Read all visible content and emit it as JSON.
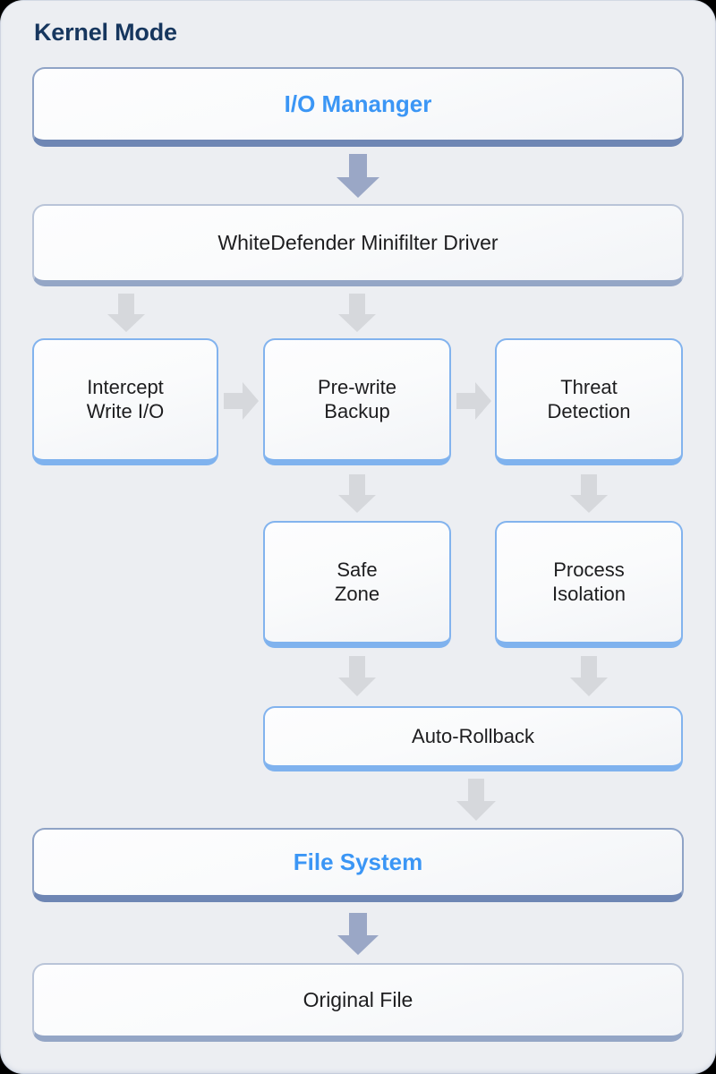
{
  "diagram": {
    "title": "Kernel Mode",
    "accent_blue": "#3b96f5",
    "title_color": "#16365e",
    "background": "#eceef2",
    "node_border_blue": "#82b3ee",
    "node_border_slate": "#8fa3c6",
    "arrow_slate": "#9aa7c6",
    "arrow_grey": "#d6d8dc",
    "nodes": [
      {
        "id": "io-manager",
        "label": "I/O Mananger",
        "style": "slate"
      },
      {
        "id": "minifilter",
        "label": "WhiteDefender Minifilter Driver",
        "style": "plain"
      },
      {
        "id": "intercept",
        "label": "Intercept\nWrite I/O",
        "style": "std"
      },
      {
        "id": "prewrite-backup",
        "label": "Pre-write\nBackup",
        "style": "std"
      },
      {
        "id": "threat-detection",
        "label": "Threat\nDetection",
        "style": "std"
      },
      {
        "id": "safe-zone",
        "label": "Safe\nZone",
        "style": "std"
      },
      {
        "id": "process-isolation",
        "label": "Process\nIsolation",
        "style": "std"
      },
      {
        "id": "auto-rollback",
        "label": "Auto-Rollback",
        "style": "std"
      },
      {
        "id": "file-system",
        "label": "File System",
        "style": "slate"
      },
      {
        "id": "original-file",
        "label": "Original File",
        "style": "plain"
      }
    ],
    "edges": [
      {
        "from": "io-manager",
        "to": "minifilter",
        "direction": "down",
        "color": "slate"
      },
      {
        "from": "minifilter",
        "to": "intercept",
        "direction": "down",
        "color": "grey"
      },
      {
        "from": "minifilter",
        "to": "prewrite-backup",
        "direction": "down",
        "color": "grey"
      },
      {
        "from": "intercept",
        "to": "prewrite-backup",
        "direction": "right",
        "color": "grey"
      },
      {
        "from": "prewrite-backup",
        "to": "threat-detection",
        "direction": "right",
        "color": "grey"
      },
      {
        "from": "prewrite-backup",
        "to": "safe-zone",
        "direction": "down",
        "color": "grey"
      },
      {
        "from": "threat-detection",
        "to": "process-isolation",
        "direction": "down",
        "color": "grey"
      },
      {
        "from": "safe-zone",
        "to": "auto-rollback",
        "direction": "down",
        "color": "grey"
      },
      {
        "from": "process-isolation",
        "to": "auto-rollback",
        "direction": "down",
        "color": "grey"
      },
      {
        "from": "auto-rollback",
        "to": "file-system",
        "direction": "down",
        "color": "grey"
      },
      {
        "from": "file-system",
        "to": "original-file",
        "direction": "down",
        "color": "slate"
      }
    ]
  }
}
